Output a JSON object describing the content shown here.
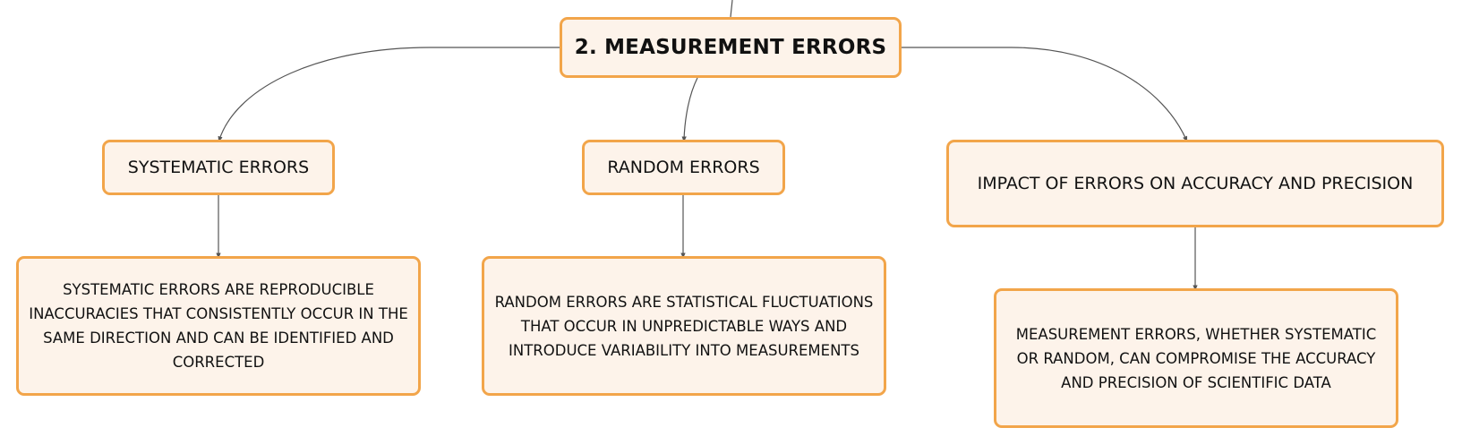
{
  "diagram": {
    "root": {
      "label": "2. MEASUREMENT ERRORS"
    },
    "categories": [
      {
        "title": "SYSTEMATIC ERRORS",
        "description": "SYSTEMATIC ERRORS ARE REPRODUCIBLE INACCURACIES THAT CONSISTENTLY OCCUR IN THE SAME DIRECTION AND CAN BE IDENTIFIED AND CORRECTED"
      },
      {
        "title": "RANDOM ERRORS",
        "description": "RANDOM ERRORS ARE STATISTICAL FLUCTUATIONS THAT OCCUR IN UNPREDICTABLE WAYS AND INTRODUCE VARIABILITY INTO MEASUREMENTS"
      },
      {
        "title": "IMPACT OF ERRORS ON ACCURACY AND PRECISION",
        "description": "MEASUREMENT ERRORS, WHETHER SYSTEMATIC OR RANDOM, CAN COMPROMISE THE ACCURACY AND PRECISION OF SCIENTIFIC DATA"
      }
    ]
  },
  "colors": {
    "node_border": "#f2a54a",
    "node_fill": "#fdf3ea",
    "connector": "#555555",
    "text": "#111111"
  }
}
